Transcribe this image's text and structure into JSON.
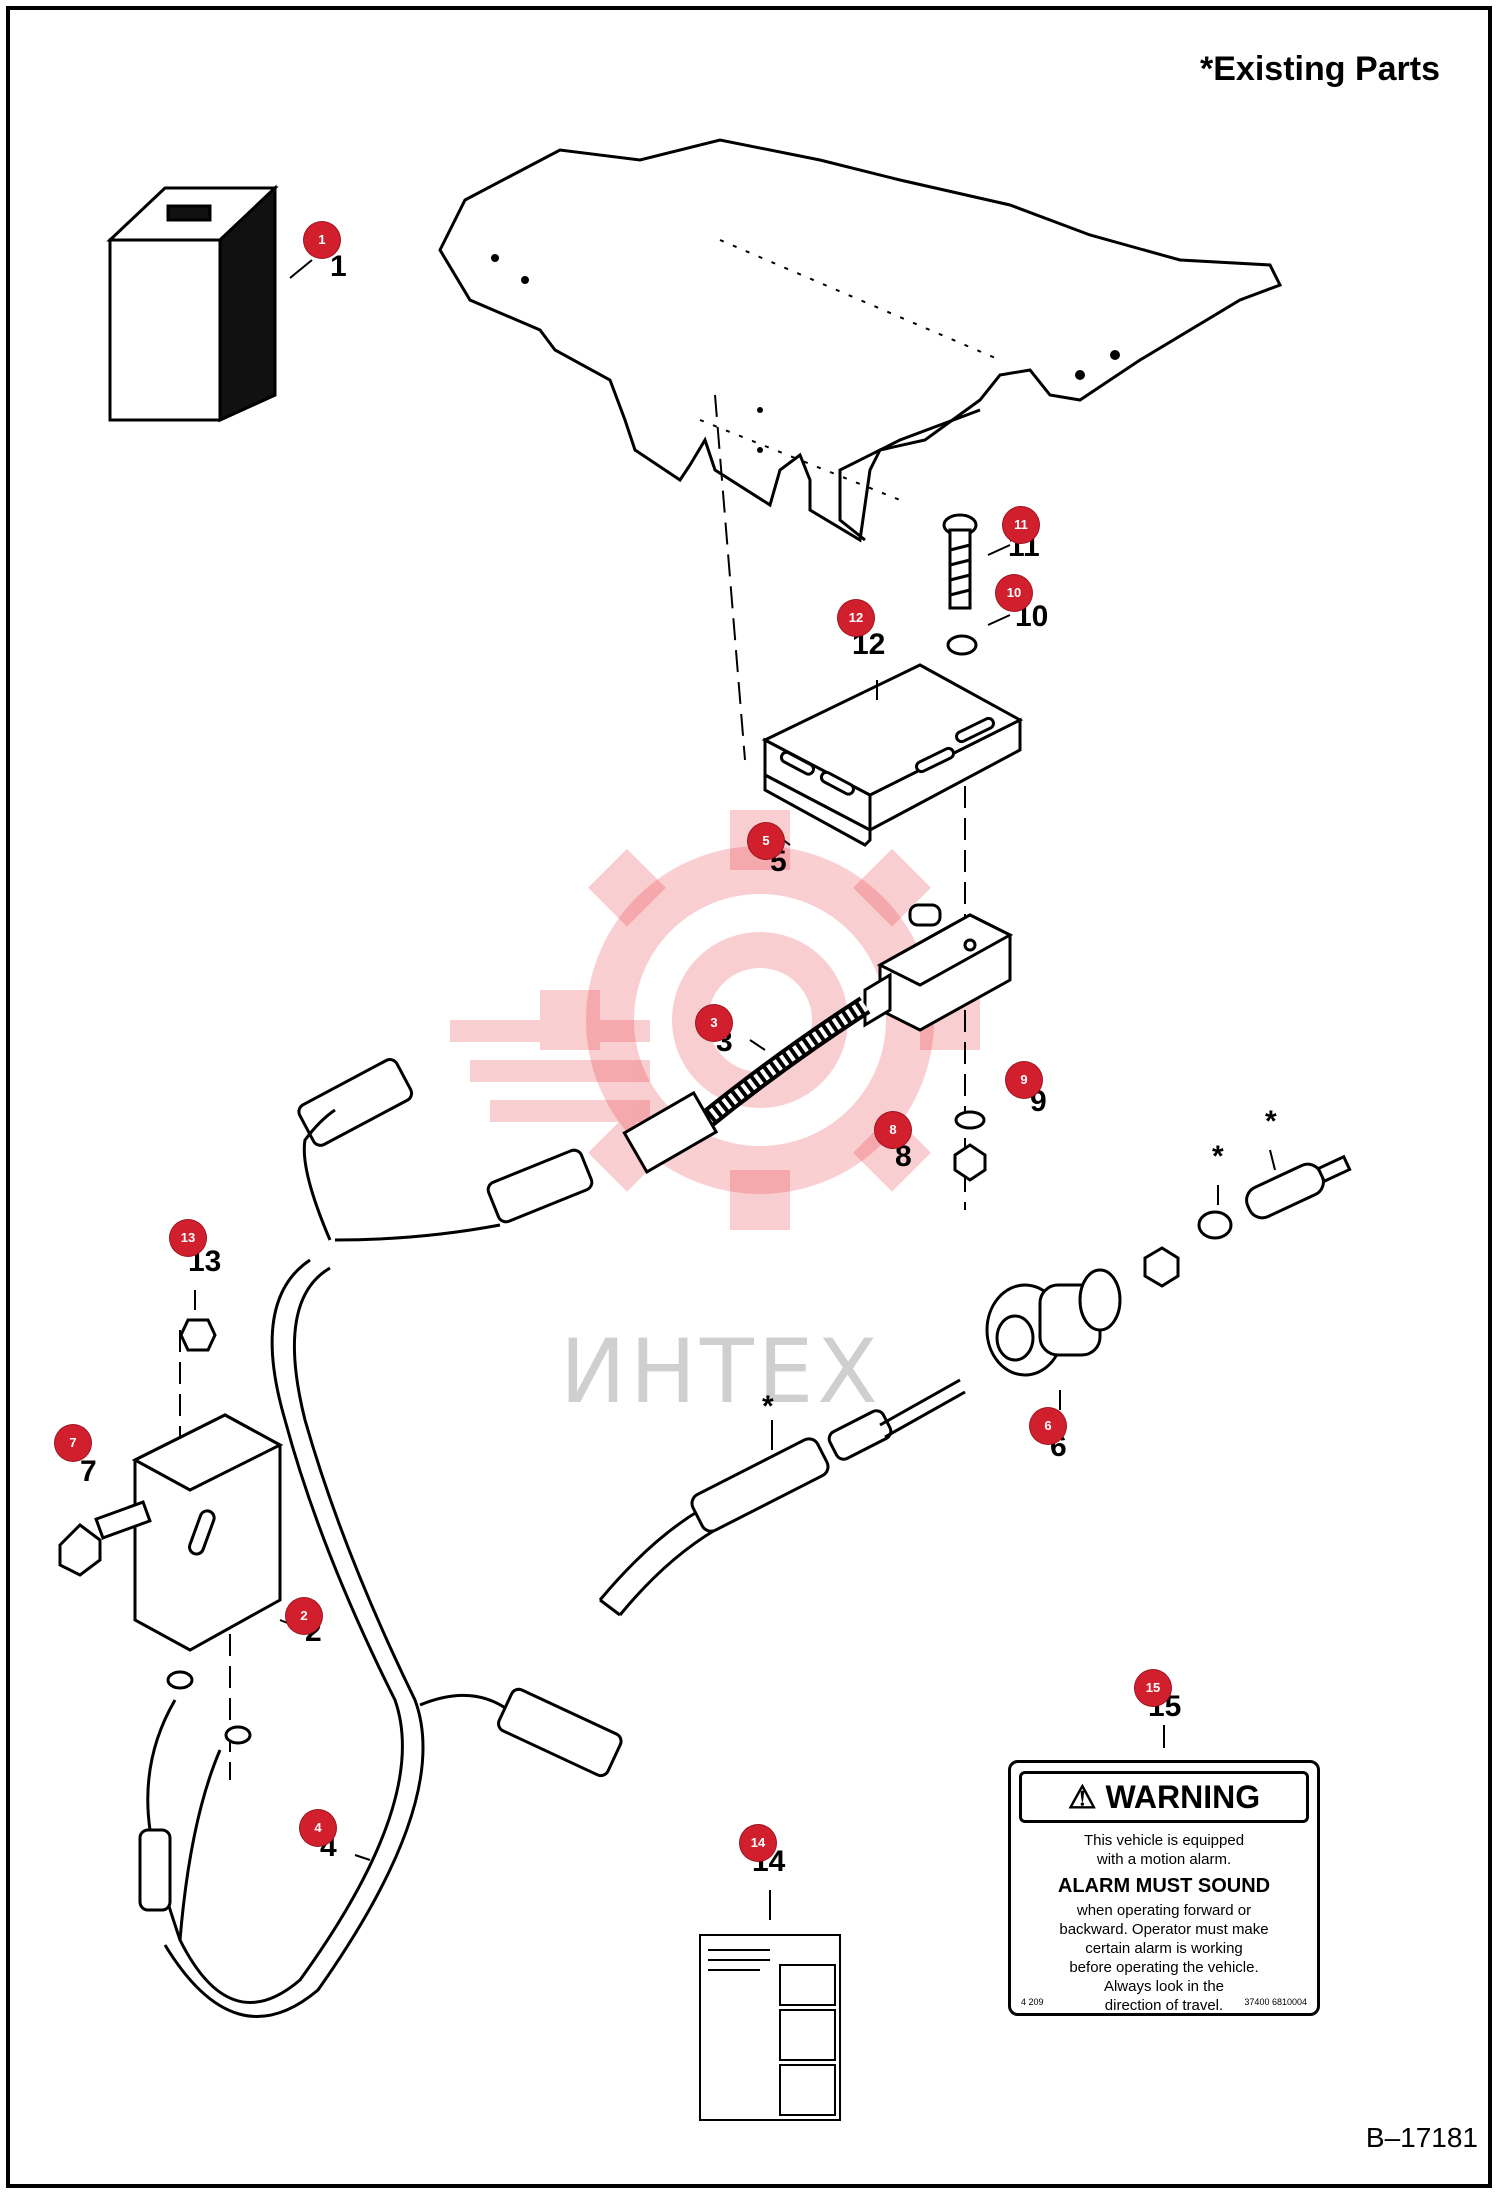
{
  "header": {
    "title": "*Existing Parts"
  },
  "footer": {
    "document_number": "B–17181"
  },
  "watermark": {
    "text": "ИНТЕХ",
    "color": "#e8262d"
  },
  "accent_color": "#d21f2e",
  "callouts": [
    {
      "badge": "1",
      "label": "1"
    },
    {
      "badge": "2",
      "label": "2"
    },
    {
      "badge": "3",
      "label": "3"
    },
    {
      "badge": "4",
      "label": "4"
    },
    {
      "badge": "5",
      "label": "5"
    },
    {
      "badge": "6",
      "label": "6"
    },
    {
      "badge": "7",
      "label": "7"
    },
    {
      "badge": "8",
      "label": "8"
    },
    {
      "badge": "9",
      "label": "9"
    },
    {
      "badge": "10",
      "label": "10"
    },
    {
      "badge": "11",
      "label": "11"
    },
    {
      "badge": "12",
      "label": "12"
    },
    {
      "badge": "13",
      "label": "13"
    },
    {
      "badge": "14",
      "label": "14"
    },
    {
      "badge": "15",
      "label": "15"
    }
  ],
  "existing_marker": "*",
  "warning_decal": {
    "heading": "WARNING",
    "line1": "This vehicle is equipped",
    "line2": "with a motion alarm.",
    "emphasis": "ALARM MUST SOUND",
    "line3": "when operating forward or",
    "line4": "backward.  Operator must make",
    "line5": "certain alarm is working",
    "line6": "before operating the vehicle.",
    "line7": "Always look in the",
    "line8": "direction of travel.",
    "foot_left": "4   209",
    "foot_right": "37400 6810004"
  }
}
